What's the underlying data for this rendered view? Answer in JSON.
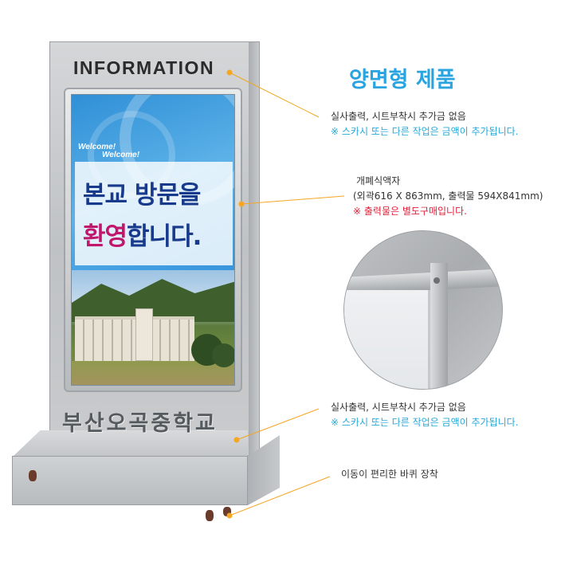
{
  "product": {
    "header_label": "INFORMATION",
    "poster": {
      "welcome_1": "Welcome!",
      "welcome_2": "Welcome!",
      "message_line1": "본교 방문을",
      "message_line2_highlight": "환영",
      "message_line2_rest": "합니다."
    },
    "base_label": "부산오곡중학교"
  },
  "info": {
    "title": "양면형 제품",
    "callout_top": {
      "line1": "실사출력, 시트부착시 추가금 없음",
      "line2": "※ 스카시 또는 다른 작업은 금액이 추가됩니다."
    },
    "callout_frame": {
      "line1": "개폐식액자",
      "line2": "(외곽616 X 863mm, 출력물 594X841mm)",
      "line3": "※ 출력물은 별도구매입니다."
    },
    "callout_base": {
      "line1": "실사출력, 시트부착시 추가금 없음",
      "line2": "※ 스카시 또는 다른 작업은 금액이 추가됩니다."
    },
    "callout_wheel": {
      "line1": "이동이 편리한 바퀴 장착"
    }
  },
  "colors": {
    "title": "#2aa4e0",
    "note_cyan": "#28a8d8",
    "note_red": "#e0203a",
    "callout_line": "#f5a623"
  }
}
